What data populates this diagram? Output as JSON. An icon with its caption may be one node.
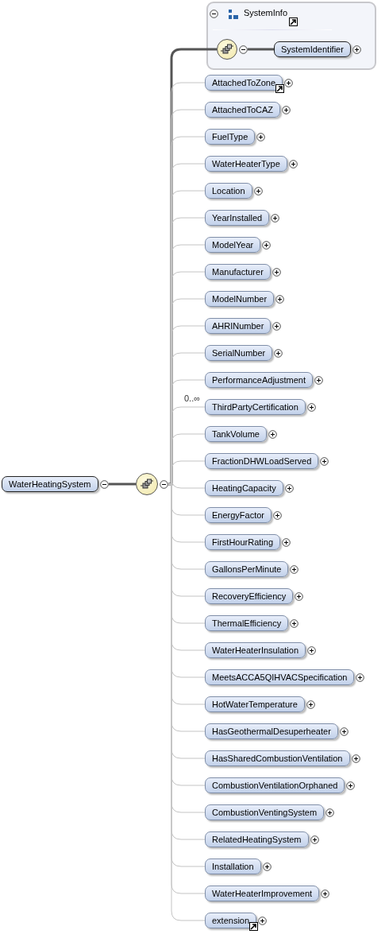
{
  "diagram": {
    "nodes": [
      {
        "text": [
          "WaterHeatingSystem"
        ]
      },
      {
        "text": [],
        "shape": "circle"
      },
      {
        "text": [
          "SystemInfo"
        ]
      },
      {
        "text": [],
        "shape": "circle",
        "in": 2
      },
      {
        "text": [
          "SystemIdentifier"
        ],
        "in": 2
      },
      {
        "text": [
          "AttachedToZone"
        ]
      },
      {
        "text": [
          "AttachedToCAZ"
        ]
      },
      {
        "text": [
          "FuelType"
        ]
      },
      {
        "text": [
          "WaterHeaterType"
        ]
      },
      {
        "text": [
          "Location"
        ]
      },
      {
        "text": [
          "YearInstalled"
        ]
      },
      {
        "text": [
          "ModelYear"
        ]
      },
      {
        "text": [
          "Manufacturer"
        ]
      },
      {
        "text": [
          "ModelNumber"
        ]
      },
      {
        "text": [
          "AHRINumber"
        ]
      },
      {
        "text": [
          "SerialNumber"
        ]
      },
      {
        "text": [
          "PerformanceAdjustment"
        ]
      },
      {
        "text": [
          "ThirdPartyCertification"
        ],
        "beside": [
          "0..∞"
        ]
      },
      {
        "text": [
          "TankVolume"
        ]
      },
      {
        "text": [
          "FractionDHWLoadServed"
        ]
      },
      {
        "text": [
          "HeatingCapacity"
        ]
      },
      {
        "text": [
          "EnergyFactor"
        ]
      },
      {
        "text": [
          "FirstHourRating"
        ]
      },
      {
        "text": [
          "GallonsPerMinute"
        ]
      },
      {
        "text": [
          "RecoveryEfficiency"
        ]
      },
      {
        "text": [
          "ThermalEfficiency"
        ]
      },
      {
        "text": [
          "WaterHeaterInsulation"
        ]
      },
      {
        "text": [
          "MeetsACCA5QIHVACSpecification"
        ]
      },
      {
        "text": [
          "HotWaterTemperature"
        ]
      },
      {
        "text": [
          "HasGeothermalDesuperheater"
        ]
      },
      {
        "text": [
          "HasSharedCombustionVentilation"
        ]
      },
      {
        "text": [
          "CombustionVentilationOrphaned"
        ]
      },
      {
        "text": [
          "CombustionVentingSystem"
        ]
      },
      {
        "text": [
          "RelatedHeatingSystem"
        ]
      },
      {
        "text": [
          "Installation"
        ]
      },
      {
        "text": [
          "WaterHeaterImprovement"
        ]
      },
      {
        "text": [
          "extension"
        ]
      }
    ],
    "edges": [
      {
        "from": 0,
        "to": 1,
        "arrow": "none",
        "style": "thick",
        "color": "#555555"
      },
      {
        "from": 1,
        "to": 3,
        "arrow": "none",
        "style": "thick",
        "color": "#555555"
      },
      {
        "from": 3,
        "to": 4,
        "arrow": "none",
        "style": "thick",
        "color": "#555555"
      },
      {
        "from": 1,
        "to": 5,
        "arrow": "none"
      },
      {
        "from": 1,
        "to": 6,
        "arrow": "none"
      },
      {
        "from": 1,
        "to": 7,
        "arrow": "none"
      },
      {
        "from": 1,
        "to": 8,
        "arrow": "none"
      },
      {
        "from": 1,
        "to": 9,
        "arrow": "none"
      },
      {
        "from": 1,
        "to": 10,
        "arrow": "none"
      },
      {
        "from": 1,
        "to": 11,
        "arrow": "none"
      },
      {
        "from": 1,
        "to": 12,
        "arrow": "none"
      },
      {
        "from": 1,
        "to": 13,
        "arrow": "none"
      },
      {
        "from": 1,
        "to": 14,
        "arrow": "none"
      },
      {
        "from": 1,
        "to": 15,
        "arrow": "none"
      },
      {
        "from": 1,
        "to": 16,
        "arrow": "none"
      },
      {
        "from": 1,
        "to": 17,
        "arrow": "none"
      },
      {
        "from": 1,
        "to": 18,
        "arrow": "none"
      },
      {
        "from": 1,
        "to": 19,
        "arrow": "none"
      },
      {
        "from": 1,
        "to": 20,
        "arrow": "none"
      },
      {
        "from": 1,
        "to": 21,
        "arrow": "none"
      },
      {
        "from": 1,
        "to": 22,
        "arrow": "none"
      },
      {
        "from": 1,
        "to": 23,
        "arrow": "none"
      },
      {
        "from": 1,
        "to": 24,
        "arrow": "none"
      },
      {
        "from": 1,
        "to": 25,
        "arrow": "none"
      },
      {
        "from": 1,
        "to": 26,
        "arrow": "none"
      },
      {
        "from": 1,
        "to": 27,
        "arrow": "none"
      },
      {
        "from": 1,
        "to": 28,
        "arrow": "none"
      },
      {
        "from": 1,
        "to": 29,
        "arrow": "none"
      },
      {
        "from": 1,
        "to": 30,
        "arrow": "none"
      },
      {
        "from": 1,
        "to": 31,
        "arrow": "none"
      },
      {
        "from": 1,
        "to": 32,
        "arrow": "none"
      },
      {
        "from": 1,
        "to": 33,
        "arrow": "none"
      },
      {
        "from": 1,
        "to": 34,
        "arrow": "none"
      },
      {
        "from": 1,
        "to": 35,
        "arrow": "none"
      },
      {
        "from": 1,
        "to": 36,
        "arrow": "none"
      }
    ]
  }
}
